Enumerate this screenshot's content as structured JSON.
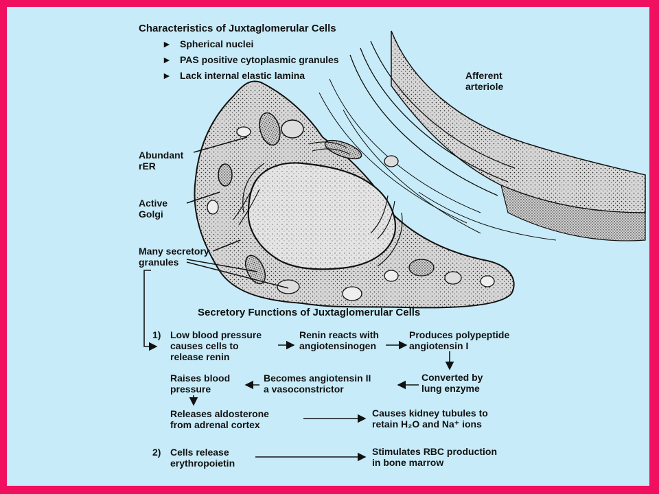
{
  "characteristics": {
    "title": "Characteristics of Juxtaglomerular Cells",
    "items": [
      "Spherical nuclei",
      "PAS positive cytoplasmic granules",
      "Lack internal elastic lamina"
    ]
  },
  "labels": {
    "afferent": [
      "Afferent",
      "arteriole"
    ],
    "rer": [
      "Abundant",
      "rER"
    ],
    "golgi": [
      "Active",
      "Golgi"
    ],
    "granules": [
      "Many secretory",
      "granules"
    ]
  },
  "secretory": {
    "title": "Secretory Functions of Juxtaglomerular Cells",
    "num1": "1)",
    "low_bp": [
      "Low blood pressure",
      "causes cells to",
      "release renin"
    ],
    "renin": [
      "Renin reacts with",
      "angiotensinogen"
    ],
    "produces": [
      "Produces polypeptide",
      "angiotensin I"
    ],
    "converted": [
      "Converted by",
      "lung enzyme"
    ],
    "becomes": [
      "Becomes angiotensin II",
      "a vasoconstrictor"
    ],
    "raises": [
      "Raises blood",
      "pressure"
    ],
    "aldosterone": [
      "Releases aldosterone",
      "from adrenal cortex"
    ],
    "kidney": [
      "Causes kidney tubules to",
      "retain H₂O and Na⁺ ions"
    ],
    "num2": "2)",
    "epo": [
      "Cells release",
      "erythropoietin"
    ],
    "rbc": [
      "Stimulates RBC production",
      "in bone marrow"
    ]
  },
  "colors": {
    "border": "#f0105f",
    "background": "#c7ebf8",
    "ink": "#111111"
  }
}
